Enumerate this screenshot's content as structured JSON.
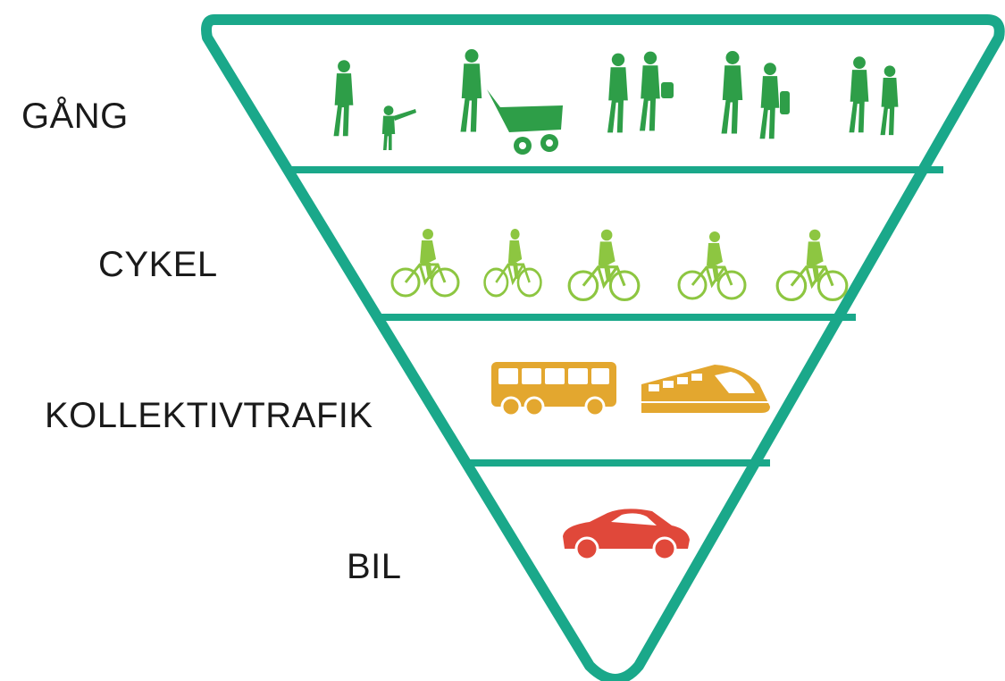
{
  "colors": {
    "outline": "#1aa88a",
    "walk": "#2e9e48",
    "bike": "#8dc641",
    "transit": "#e3a72f",
    "car": "#e0483a"
  },
  "tiers": [
    {
      "label": "GÅNG",
      "icons": [
        "adult-with-child-icon",
        "person-with-stroller-icon",
        "couple-walking-icon",
        "elderly-pair-icon",
        "two-people-walking-icon"
      ]
    },
    {
      "label": "CYKEL",
      "icons": [
        "cyclist-icon",
        "cyclist-icon",
        "cyclist-icon",
        "cyclist-icon",
        "cyclist-icon"
      ]
    },
    {
      "label": "KOLLEKTIVTRAFIK",
      "icons": [
        "bus-icon",
        "train-icon"
      ]
    },
    {
      "label": "BIL",
      "icons": [
        "car-icon"
      ]
    }
  ]
}
